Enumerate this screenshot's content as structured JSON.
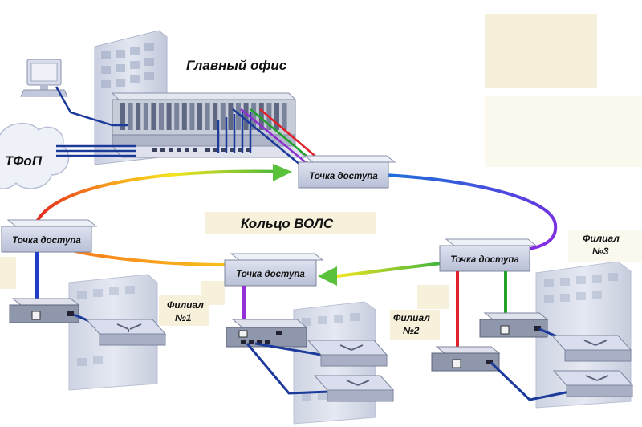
{
  "labels": {
    "main_office": "Главный офис",
    "pstn": "ТФоП",
    "ring": "Кольцо ВОЛС",
    "branch1_line1": "Филиал",
    "branch1_line2": "№1",
    "branch2_line1": "Филиал",
    "branch2_line2": "№2",
    "branch3_line1": "Филиал",
    "branch3_line2": "№3"
  },
  "access_points": [
    {
      "label": "Точка доступа"
    },
    {
      "label": "Точка доступа"
    },
    {
      "label": "Точка доступа"
    },
    {
      "label": "Точка доступа"
    }
  ],
  "icons": [
    "computer-icon",
    "cloud-icon",
    "patch-panel-icon",
    "switch-icon",
    "building-icon",
    "media-converter-icon",
    "router-icon"
  ],
  "colors": {
    "ring_red": "#e8281e",
    "ring_orange": "#f7a01c",
    "ring_yellow": "#f4e51e",
    "ring_green": "#3cb43c",
    "ring_blue": "#1e6fd9",
    "ring_violet": "#8a2be2",
    "cable_blue": "#1c3a9a",
    "link_red": "#e0202a",
    "link_green": "#22a02a",
    "link_violet": "#8e2fd0",
    "label_bg": "#f7f1dc"
  }
}
